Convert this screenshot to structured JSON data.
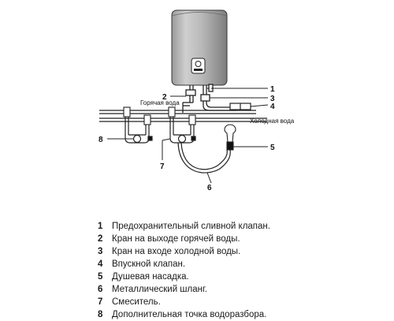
{
  "diagram": {
    "callouts": [
      "1",
      "2",
      "3",
      "4",
      "5",
      "6",
      "7",
      "8"
    ],
    "hot_water_label": "Горячая вода",
    "cold_water_label": "Холодная вода"
  },
  "legend": [
    {
      "num": "1",
      "text": "Предохранительный сливной клапан."
    },
    {
      "num": "2",
      "text": "Кран на выходе горячей воды."
    },
    {
      "num": "3",
      "text": "Кран на входе холодной воды."
    },
    {
      "num": "4",
      "text": "Впускной клапан."
    },
    {
      "num": "5",
      "text": "Душевая насадка."
    },
    {
      "num": "6",
      "text": "Металлический шланг."
    },
    {
      "num": "7",
      "text": "Смеситель."
    },
    {
      "num": "8",
      "text": "Дополнительная точка водоразбора."
    }
  ]
}
